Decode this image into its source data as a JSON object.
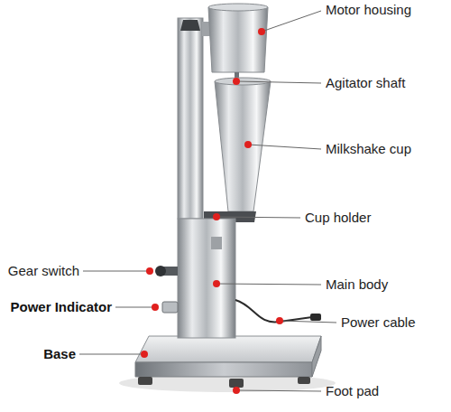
{
  "diagram": {
    "labels": [
      "Motor housing",
      "Agitator shaft",
      "Milkshake cup",
      "Cup holder",
      "Gear switch",
      "Power Indicator",
      "Main body",
      "Power cable",
      "Base",
      "Foot pad"
    ]
  }
}
